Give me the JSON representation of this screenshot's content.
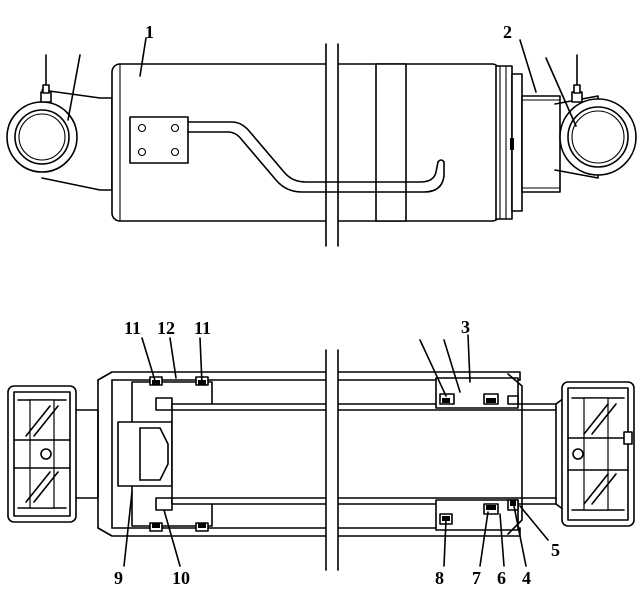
{
  "diagram": {
    "top_view_labels": [
      "1",
      "2"
    ],
    "section_view_labels": [
      "11",
      "12",
      "11",
      "3",
      "9",
      "10",
      "8",
      "7",
      "6",
      "4",
      "5"
    ]
  }
}
